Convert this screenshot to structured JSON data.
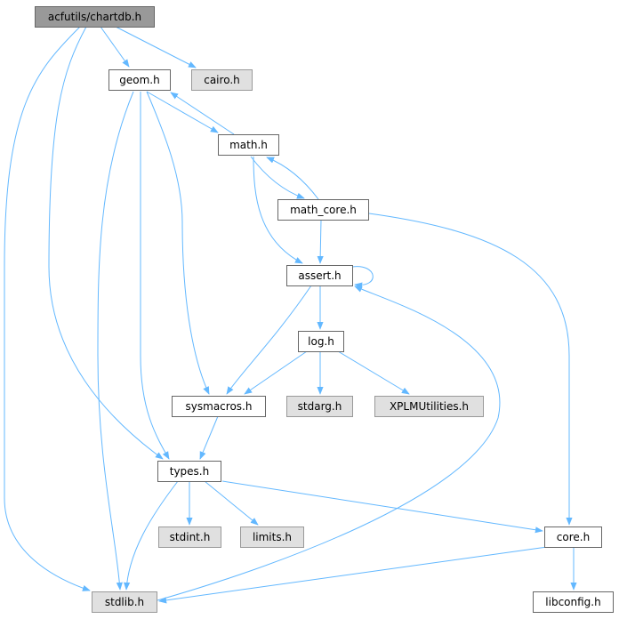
{
  "nodes": {
    "chartdb": "acfutils/chartdb.h",
    "geom": "geom.h",
    "cairo": "cairo.h",
    "math": "math.h",
    "math_core": "math_core.h",
    "assert": "assert.h",
    "log": "log.h",
    "sysmacros": "sysmacros.h",
    "stdarg": "stdarg.h",
    "xplm": "XPLMUtilities.h",
    "types": "types.h",
    "stdint": "stdint.h",
    "limits": "limits.h",
    "core": "core.h",
    "stdlib": "stdlib.h",
    "libconfig": "libconfig.h"
  },
  "edges": [
    [
      "chartdb",
      "geom"
    ],
    [
      "chartdb",
      "cairo"
    ],
    [
      "chartdb",
      "stdlib"
    ],
    [
      "chartdb",
      "types"
    ],
    [
      "geom",
      "math"
    ],
    [
      "math",
      "geom"
    ],
    [
      "geom",
      "stdlib"
    ],
    [
      "geom",
      "types"
    ],
    [
      "geom",
      "sysmacros"
    ],
    [
      "math",
      "assert"
    ],
    [
      "math",
      "math_core"
    ],
    [
      "math_core",
      "math"
    ],
    [
      "math_core",
      "assert"
    ],
    [
      "math_core",
      "core"
    ],
    [
      "assert",
      "assert"
    ],
    [
      "assert",
      "log"
    ],
    [
      "assert",
      "sysmacros"
    ],
    [
      "log",
      "sysmacros"
    ],
    [
      "log",
      "stdarg"
    ],
    [
      "log",
      "xplm"
    ],
    [
      "stdlib",
      "assert"
    ],
    [
      "sysmacros",
      "types"
    ],
    [
      "types",
      "stdint"
    ],
    [
      "types",
      "limits"
    ],
    [
      "types",
      "core"
    ],
    [
      "types",
      "stdlib"
    ],
    [
      "core",
      "stdlib"
    ],
    [
      "core",
      "libconfig"
    ]
  ],
  "colors": {
    "edge": "#63b8ff",
    "root": "#999999",
    "external": "#e0e0e0"
  }
}
